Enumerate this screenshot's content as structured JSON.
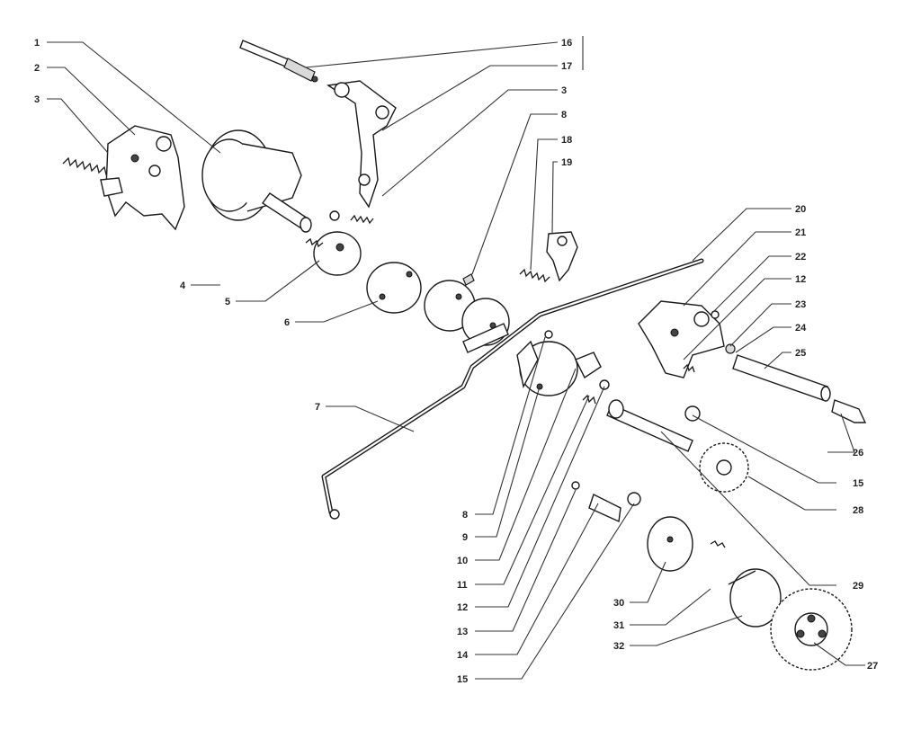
{
  "labels": {
    "l1": "1",
    "l2": "2",
    "l3a": "3",
    "l3b": "3",
    "l4": "4",
    "l5": "5",
    "l6": "6",
    "l7": "7",
    "l8a": "8",
    "l8b": "8",
    "l9": "9",
    "l10": "10",
    "l11": "11",
    "l12a": "12",
    "l12b": "12",
    "l13": "13",
    "l14": "14",
    "l15a": "15",
    "l15b": "15",
    "l16": "16",
    "l17": "17",
    "l18": "18",
    "l19": "19",
    "l20": "20",
    "l21": "21",
    "l22": "22",
    "l23": "23",
    "l24": "24",
    "l25": "25",
    "l26": "26",
    "l27": "27",
    "l28": "28",
    "l29": "29",
    "l30": "30",
    "l31": "31",
    "l32": "32"
  }
}
